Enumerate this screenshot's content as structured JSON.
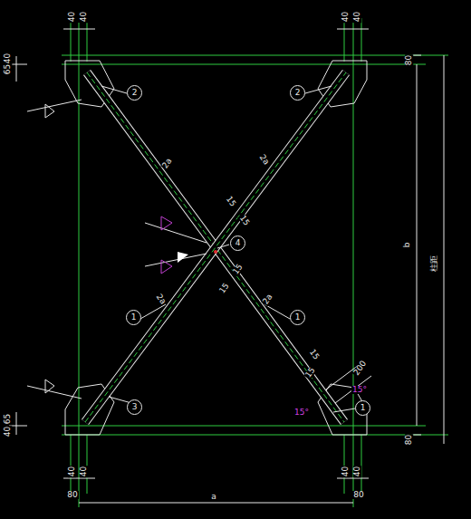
{
  "diagram": {
    "nodes": [
      {
        "text": [
          "2"
        ]
      },
      {
        "text": [
          "2"
        ]
      },
      {
        "text": [
          "4"
        ]
      },
      {
        "text": [
          "1"
        ]
      },
      {
        "text": [
          "1"
        ]
      },
      {
        "text": [
          "3"
        ]
      },
      {
        "text": [
          "1"
        ]
      }
    ],
    "labels": [
      "40",
      "40",
      "40",
      "40",
      "65",
      "40",
      "80",
      "b",
      "柱距",
      "40",
      "65",
      "80",
      "40",
      "40",
      "80",
      "a",
      "40",
      "40",
      "80",
      "2a",
      "2a",
      "2a",
      "2a",
      "15",
      "15",
      "15",
      "15",
      "15",
      "15",
      "200",
      "15°",
      "15°"
    ]
  }
}
